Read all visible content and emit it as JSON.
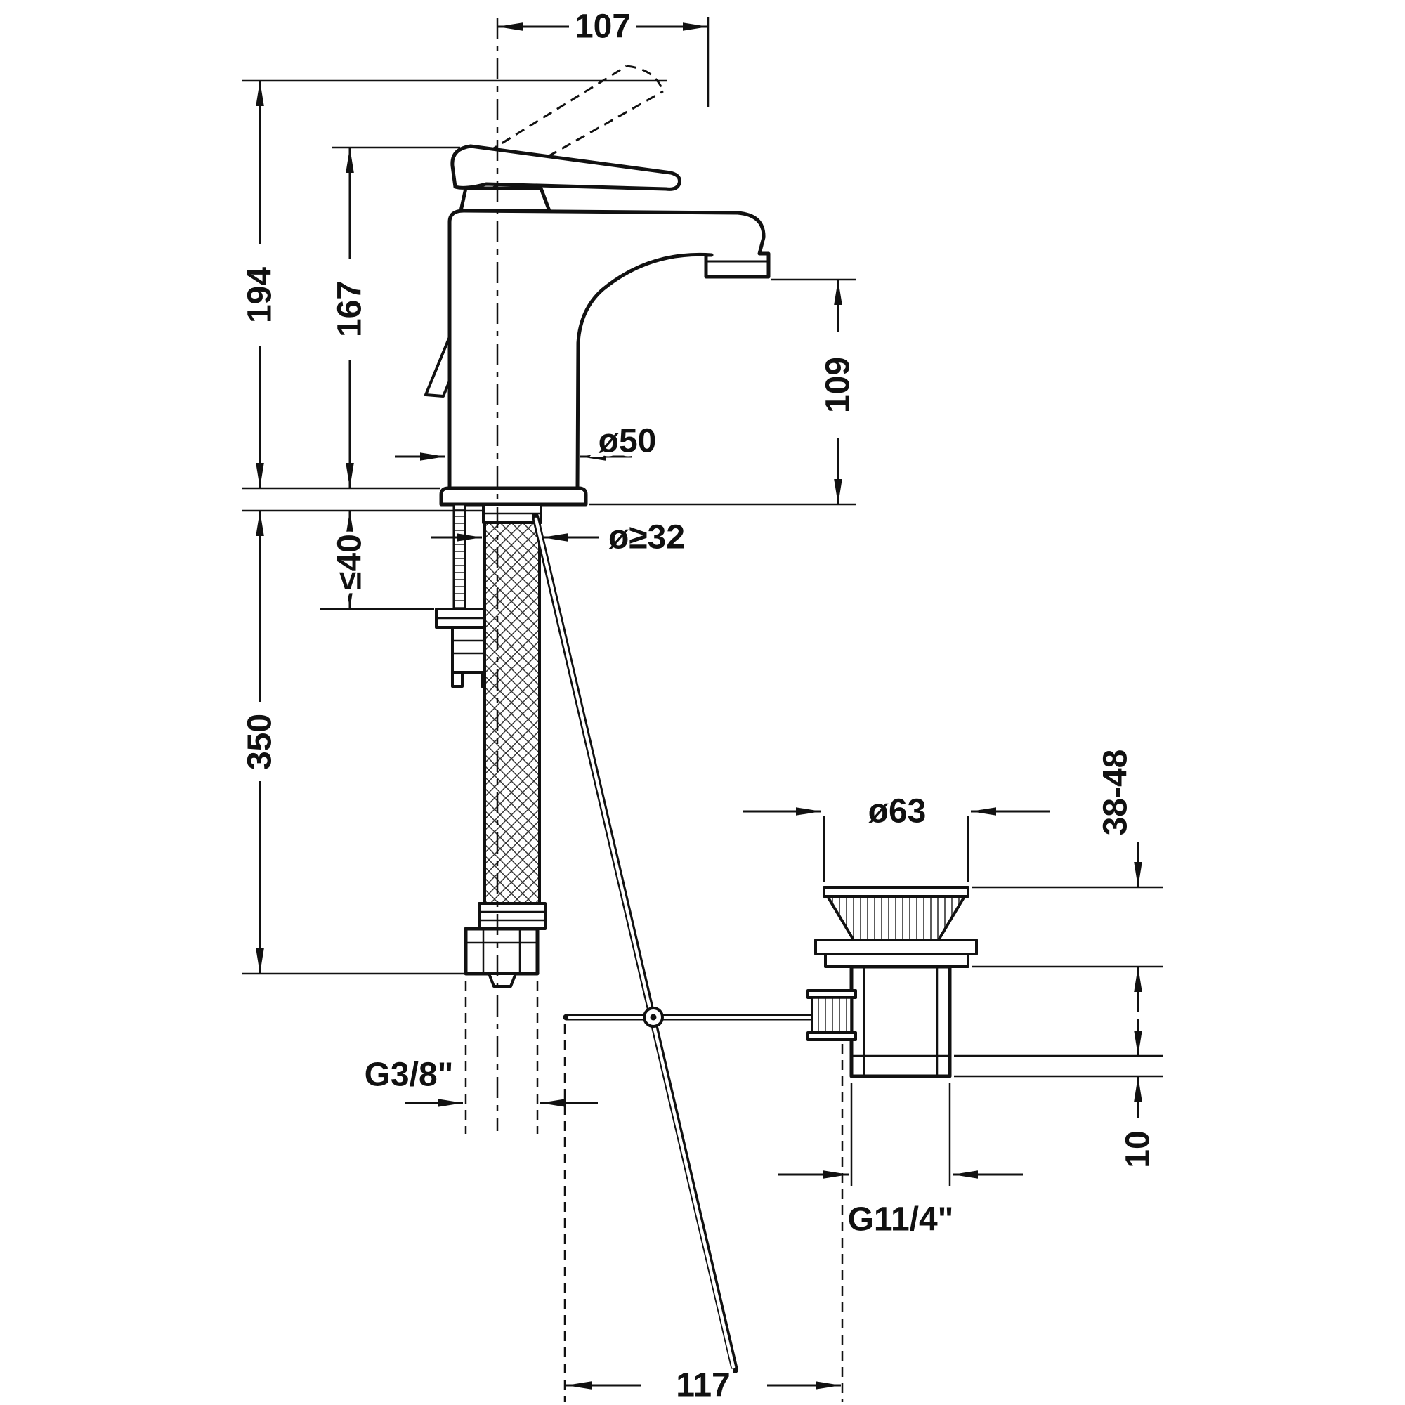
{
  "drawing": {
    "background": "#ffffff",
    "line_color": "#111111",
    "dims": {
      "spout_reach": "107",
      "total_height": "194",
      "body_height": "167",
      "spout_height": "109",
      "base_diameter": "ø50",
      "max_deck_thickness": "≤40",
      "min_hole_diameter": "ø≥32",
      "hose_length": "350",
      "supply_thread": "G3/8\"",
      "drain_flange_diameter": "ø63",
      "drain_deck_range": "38-48",
      "drain_bottom_detail": "10",
      "drain_thread": "G11/4\"",
      "drain_rod_offset": "117"
    }
  }
}
